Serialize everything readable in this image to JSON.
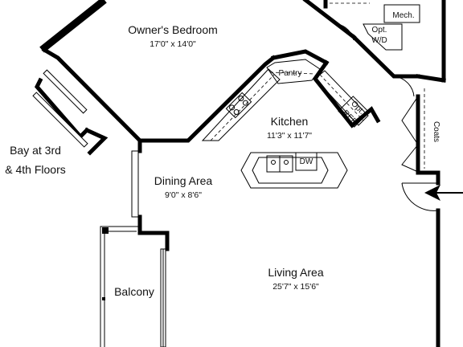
{
  "rooms": {
    "owners_bedroom": {
      "name": "Owner's Bedroom",
      "dims": "17'0\" x 14'0\""
    },
    "kitchen": {
      "name": "Kitchen",
      "dims": "11'3\" x 11'7\""
    },
    "dining": {
      "name": "Dining Area",
      "dims": "9'0\" x 8'6\""
    },
    "living": {
      "name": "Living Area",
      "dims": "25'7\" x 15'6\""
    },
    "balcony": {
      "name": "Balcony"
    }
  },
  "fixtures": {
    "pantry": "Pantry",
    "mech": "Mech.",
    "opt_wd_line1": "Opt.",
    "opt_wd_line2": "W/D",
    "opt_ref_line1": "Opt.",
    "opt_ref_line2": "REF",
    "dishwasher": "DW",
    "coats": "Coats"
  },
  "notes": {
    "bay_line1": "Bay at 3rd",
    "bay_line2": "& 4th Floors"
  }
}
